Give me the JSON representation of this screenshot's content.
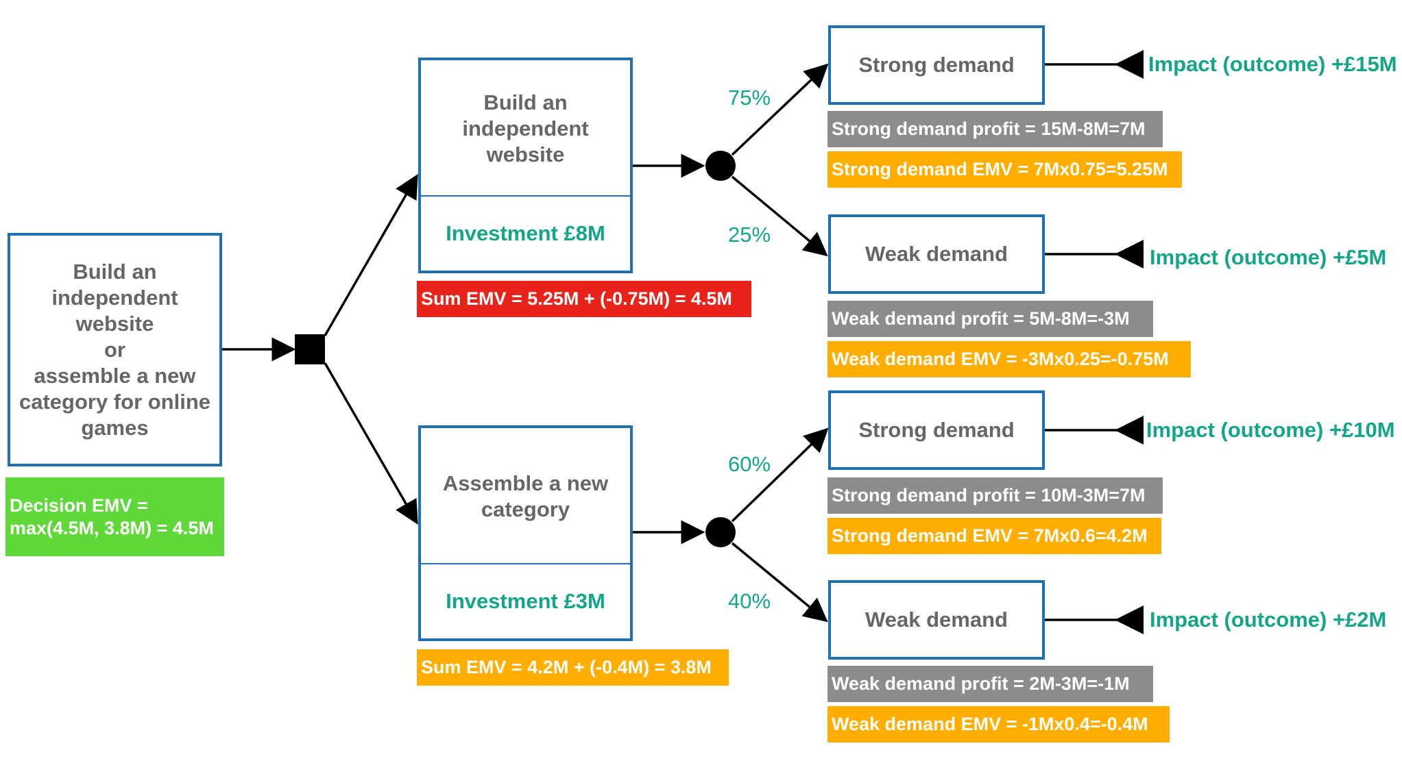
{
  "decision_node": {
    "label": "Build an\nindependent\nwebsite\nor\nassemble a new\ncategory for online\ngames",
    "emv": "Decision EMV =\nmax(4.5M, 3.8M) = 4.5M"
  },
  "options": [
    {
      "label": "Build an\nindependent\nwebsite",
      "investment": "Investment £8M",
      "sum_emv": "Sum EMV = 5.25M + (-0.75M) = 4.5M",
      "outcomes": [
        {
          "probability": "75%",
          "label": "Strong demand",
          "profit": "Strong demand profit = 15M-8M=7M",
          "emv": "Strong demand EMV = 7Mx0.75=5.25M",
          "impact": "Impact (outcome) +£15M"
        },
        {
          "probability": "25%",
          "label": "Weak demand",
          "profit": "Weak demand profit = 5M-8M=-3M",
          "emv": "Weak demand EMV = -3Mx0.25=-0.75M",
          "impact": "Impact (outcome) +£5M"
        }
      ]
    },
    {
      "label": "Assemble a new\ncategory",
      "investment": "Investment £3M",
      "sum_emv": "Sum EMV = 4.2M + (-0.4M) = 3.8M",
      "outcomes": [
        {
          "probability": "60%",
          "label": "Strong demand",
          "profit": "Strong demand profit = 10M-3M=7M",
          "emv": "Strong demand EMV = 7Mx0.6=4.2M",
          "impact": "Impact (outcome) +£10M"
        },
        {
          "probability": "40%",
          "label": "Weak demand",
          "profit": "Weak demand profit = 2M-3M=-1M",
          "emv": "Weak demand EMV = -1Mx0.4=-0.4M",
          "impact": "Impact (outcome) +£2M"
        }
      ]
    }
  ],
  "colors": {
    "box_border": "#1f6fb2",
    "accent_text": "#12a58a",
    "label_text": "#666666",
    "grey_tag": "#8c8c8c",
    "orange_tag": "#ffae00",
    "red_tag": "#e8231a",
    "green_tag": "#5fd93a"
  }
}
